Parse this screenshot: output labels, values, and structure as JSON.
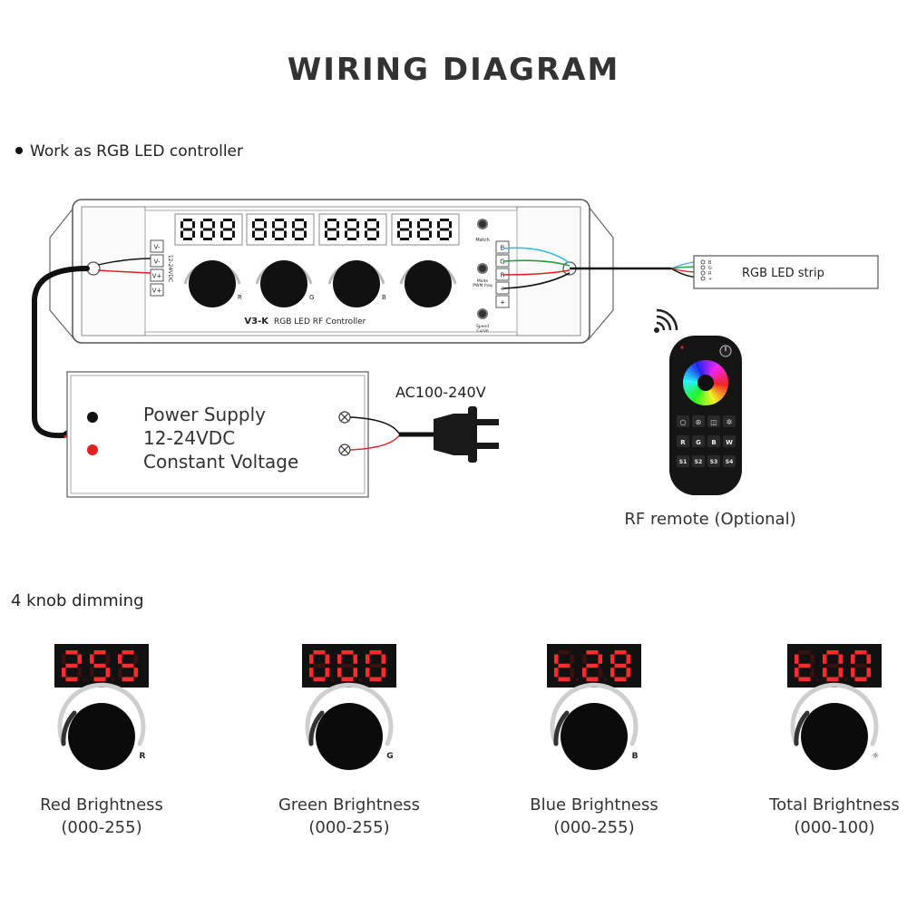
{
  "title": "WIRING DIAGRAM",
  "section_rgb": "Work as RGB LED controller",
  "controller": {
    "model": "V3-K",
    "name": "RGB LED RF Controller",
    "power_terminals": [
      "V-",
      "V-",
      "V+",
      "V+"
    ],
    "power_label": "12-24VDC",
    "output_terminals": [
      "B",
      "G",
      "R",
      "+",
      "+"
    ],
    "knob_letters": [
      "R",
      "G",
      "B"
    ],
    "button_labels": [
      "Match",
      "Mode\nPWM freq",
      "Speed\nCurve"
    ]
  },
  "strip": {
    "label": "RGB LED strip",
    "pins": [
      "B",
      "G",
      "R",
      "+"
    ]
  },
  "power_supply": {
    "line1": "Power Supply",
    "line2": "12-24VDC",
    "line3": "Constant Voltage",
    "ac_label": "AC100-240V"
  },
  "remote": {
    "caption": "RF remote (Optional)",
    "buttons_row2": [
      "R",
      "G",
      "B",
      "W"
    ],
    "buttons_row3": [
      "S1",
      "S2",
      "S3",
      "S4"
    ]
  },
  "section_knob": "4 knob dimming",
  "knobs": [
    {
      "display": "255",
      "letter": "R",
      "name": "Red Brightness",
      "range": "(000-255)"
    },
    {
      "display": "000",
      "letter": "G",
      "name": "Green Brightness",
      "range": "(000-255)"
    },
    {
      "display": "t28",
      "letter": "B",
      "name": "Blue Brightness",
      "range": "(000-255)"
    },
    {
      "display": "t00",
      "letter": "☼",
      "name": "Total Brightness",
      "range": "(000-100)"
    }
  ],
  "colors": {
    "led_red": "#ff2a2a",
    "display_bg": "#111111",
    "wire_red": "#e02020",
    "wire_green": "#20a040",
    "wire_blue": "#40b8e0"
  }
}
